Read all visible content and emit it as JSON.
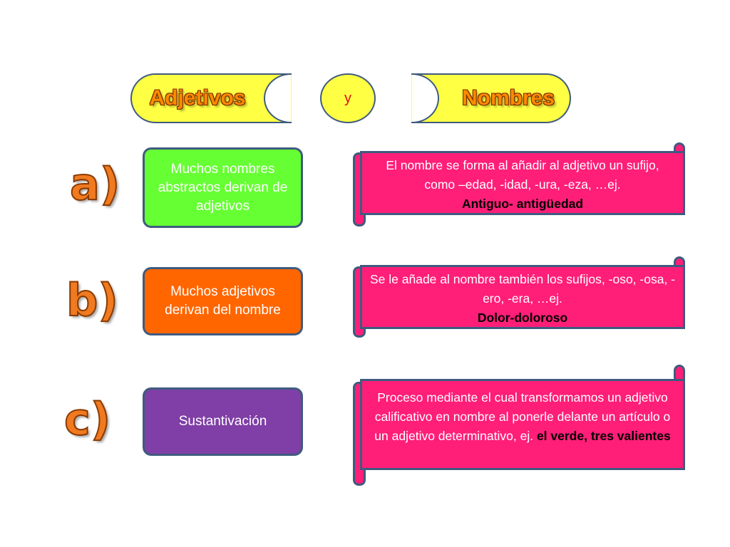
{
  "header": {
    "left_label": "Adjetivos",
    "connector": "y",
    "right_label": "Nombres"
  },
  "rows": [
    {
      "letter": "a)",
      "box_text": "Muchos nombres abstractos  derivan de adjetivos",
      "box_color": "#66ff33",
      "scroll_text": "El nombre se forma al añadir al adjetivo un sufijo, como –edad, -idad, -ura, -eza, …ej.",
      "scroll_example": "Antiguo- antigüedad"
    },
    {
      "letter": "b)",
      "box_text": "Muchos adjetivos derivan del nombre",
      "box_color": "#ff6600",
      "scroll_text": "Se le añade al nombre también los sufijos, -oso, -osa, -ero, -era, …ej.",
      "scroll_example": "Dolor-doloroso"
    },
    {
      "letter": "c)",
      "box_text": "Sustantivación",
      "box_color": "#7f3fa6",
      "scroll_text": "Proceso mediante el cual transformamos un adjetivo calificativo en nombre al ponerle delante un artículo o un adjetivo determinativo, ej.",
      "scroll_example": "el verde, tres valientes"
    }
  ]
}
